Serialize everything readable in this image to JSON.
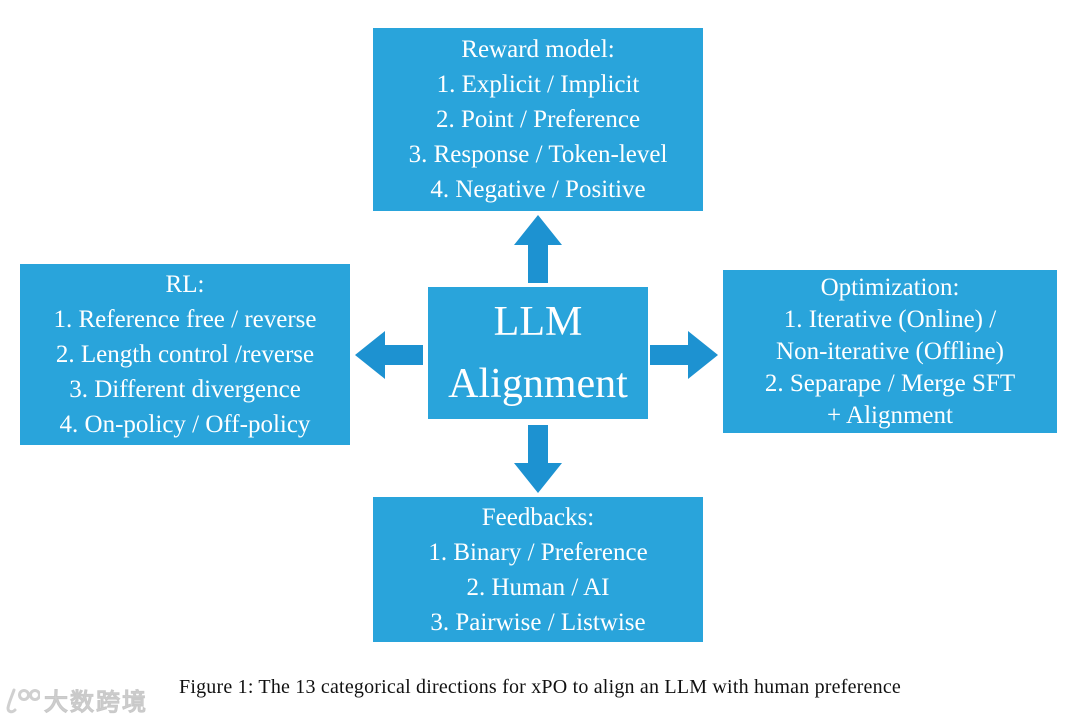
{
  "colors": {
    "box_fill": "#29A4DB",
    "arrow_fill": "#1D92D1",
    "box_text": "#FFFFFF",
    "caption_text": "#111111",
    "watermark": "#CFCFCF"
  },
  "diagram": {
    "center_box": {
      "lines": [
        "LLM",
        "Alignment"
      ]
    },
    "boxes": {
      "top": {
        "lines": [
          "Reward model:",
          "1. Explicit / Implicit",
          "2. Point / Preference",
          "3. Response / Token-level",
          "4. Negative / Positive"
        ]
      },
      "left": {
        "lines": [
          "RL:",
          "1. Reference free / reverse",
          "2. Length control /reverse",
          "3. Different divergence",
          "4. On-policy / Off-policy"
        ]
      },
      "right": {
        "lines": [
          "Optimization:",
          "1. Iterative (Online) /",
          "Non-iterative (Offline)",
          "2. Separape / Merge SFT",
          "+ Alignment"
        ]
      },
      "bottom": {
        "lines": [
          "Feedbacks:",
          "1. Binary / Preference",
          "2. Human / AI",
          "3. Pairwise / Listwise"
        ]
      }
    },
    "arrows": {
      "up": "arrow-up-icon",
      "down": "arrow-down-icon",
      "left": "arrow-left-icon",
      "right": "arrow-right-icon"
    }
  },
  "caption": "Figure 1: The 13 categorical directions for xPO to align an LLM with human preference",
  "watermark": {
    "logo": "100-smile-logo-icon",
    "text": "大数跨境"
  }
}
